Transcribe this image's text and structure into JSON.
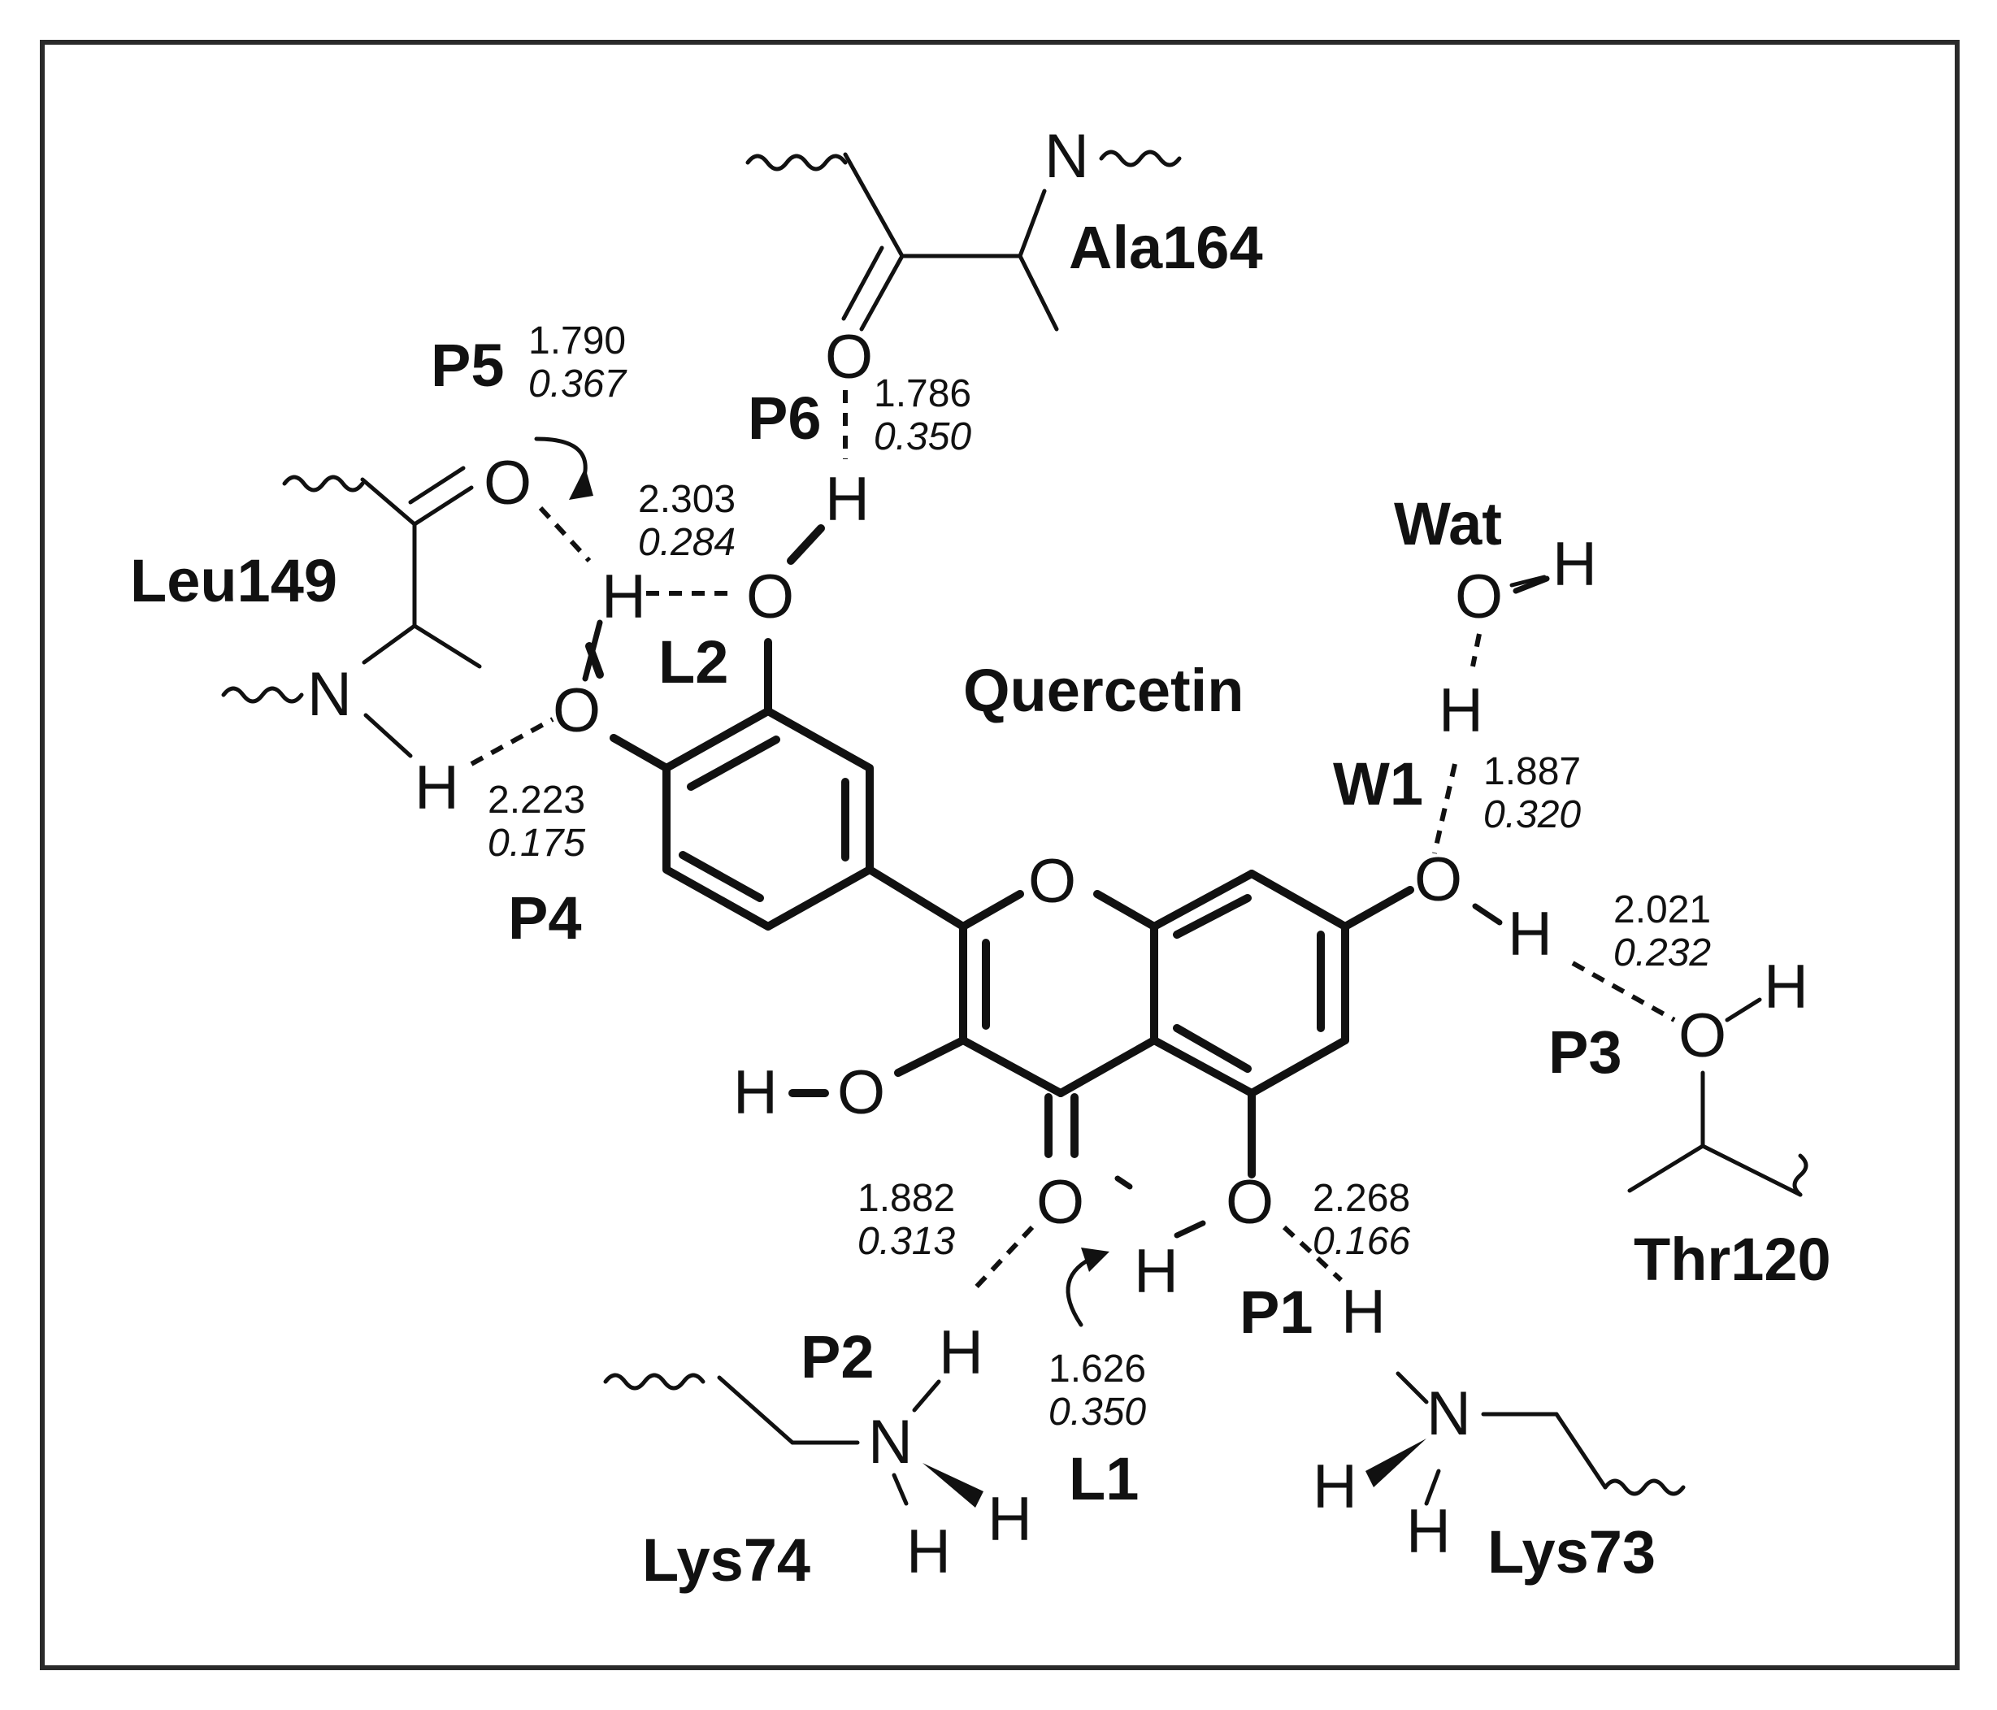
{
  "molecule_name": "Quercetin",
  "residues": {
    "ala164": "Ala164",
    "leu149": "Leu149",
    "thr120": "Thr120",
    "lys74": "Lys74",
    "lys73": "Lys73",
    "water": "Wat"
  },
  "atoms": {
    "oxygen": "O",
    "hydrogen": "H",
    "nitrogen": "N"
  },
  "interactions": {
    "P1": {
      "label": "P1",
      "distance": "2.268",
      "density": "0.166"
    },
    "P2": {
      "label": "P2",
      "distance": "1.882",
      "density": "0.313"
    },
    "P3": {
      "label": "P3",
      "distance": "2.021",
      "density": "0.232"
    },
    "P4": {
      "label": "P4",
      "distance": "2.223",
      "density": "0.175"
    },
    "P5": {
      "label": "P5",
      "distance": "1.790",
      "density": "0.367"
    },
    "P6": {
      "label": "P6",
      "distance": "1.786",
      "density": "0.350"
    },
    "L1": {
      "label": "L1",
      "distance": "1.626",
      "density": "0.350"
    },
    "L2": {
      "label": "L2",
      "distance": "2.303",
      "density": "0.284"
    },
    "W1": {
      "label": "W1",
      "distance": "1.887",
      "density": "0.320"
    }
  }
}
